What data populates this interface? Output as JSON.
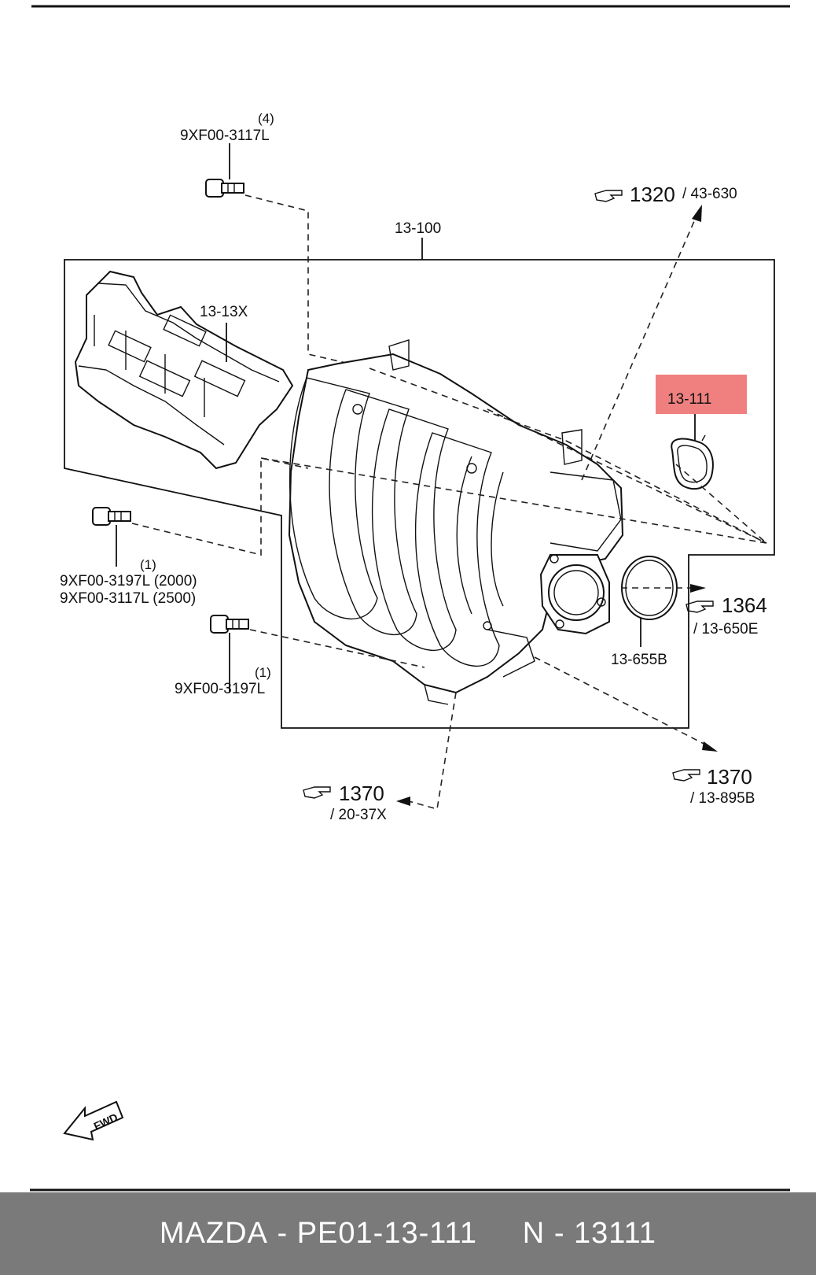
{
  "labels": {
    "qty_4": "(4)",
    "bolt_top": "9XF00-3117L",
    "ref_1320": "1320",
    "ref_1320_sub": "/ 43-630",
    "assembly": "13-100",
    "cover": "13-13X",
    "gasket_highlight": "13-111",
    "qty_1a": "(1)",
    "bolt_left_a": "9XF00-3197L (2000)",
    "bolt_left_b": "9XF00-3117L (2500)",
    "qty_1b": "(1)",
    "bolt_lower": "9XF00-3197L",
    "ref_1364": "1364",
    "ref_1364_sub": "/ 13-650E",
    "throttle_gasket": "13-655B",
    "ref_1370_right": "1370",
    "ref_1370_right_sub": "/ 13-895B",
    "ref_1370_bottom": "1370",
    "ref_1370_bottom_sub": "/ 20-37X",
    "fwd": "FWD"
  },
  "colors": {
    "highlight": "#f08080",
    "footer_bg": "#7a7a7a",
    "footer_text": "#ffffff"
  },
  "icons": [
    "pointing-hand-icon",
    "fwd-arrow-icon"
  ],
  "footer": {
    "brand": "MAZDA",
    "sep1": "-",
    "part_number": "PE01-13-111",
    "prefix": "N",
    "sep2": "-",
    "code": "13111"
  }
}
